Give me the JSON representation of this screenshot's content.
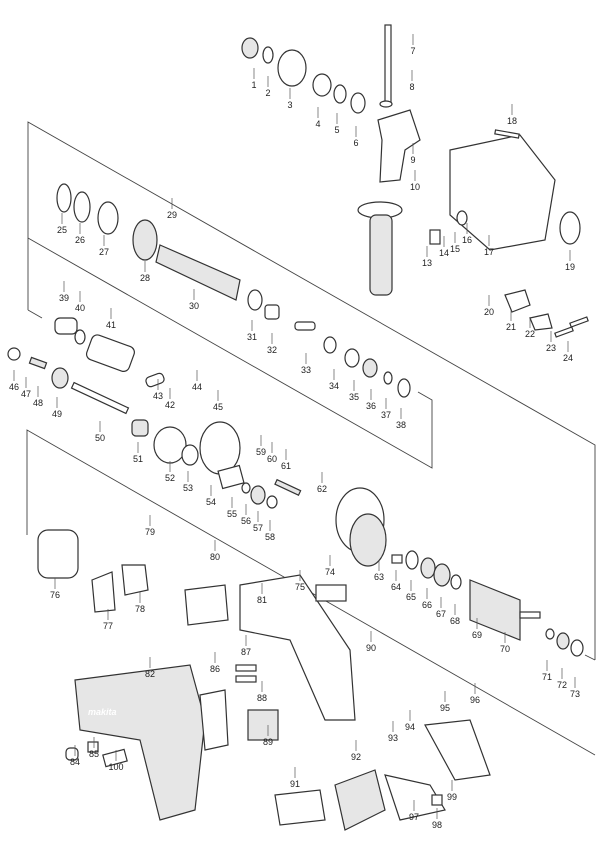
{
  "diagram": {
    "type": "exploded-parts-diagram",
    "logo_text": "makita",
    "part_labels": [
      "1",
      "2",
      "3",
      "4",
      "5",
      "6",
      "7",
      "8",
      "9",
      "10",
      "13",
      "14",
      "15",
      "16",
      "17",
      "18",
      "19",
      "20",
      "21",
      "22",
      "23",
      "24",
      "25",
      "26",
      "27",
      "28",
      "29",
      "30",
      "31",
      "32",
      "33",
      "34",
      "35",
      "36",
      "37",
      "38",
      "39",
      "40",
      "41",
      "42",
      "43",
      "44",
      "45",
      "46",
      "47",
      "48",
      "49",
      "50",
      "51",
      "52",
      "53",
      "54",
      "55",
      "56",
      "57",
      "58",
      "59",
      "60",
      "61",
      "62",
      "63",
      "64",
      "65",
      "66",
      "67",
      "68",
      "69",
      "70",
      "71",
      "72",
      "73",
      "74",
      "75",
      "76",
      "77",
      "78",
      "79",
      "80",
      "81",
      "82",
      "84",
      "85",
      "86",
      "87",
      "88",
      "89",
      "90",
      "91",
      "92",
      "93",
      "94",
      "95",
      "96",
      "97",
      "98",
      "99",
      "100"
    ]
  }
}
